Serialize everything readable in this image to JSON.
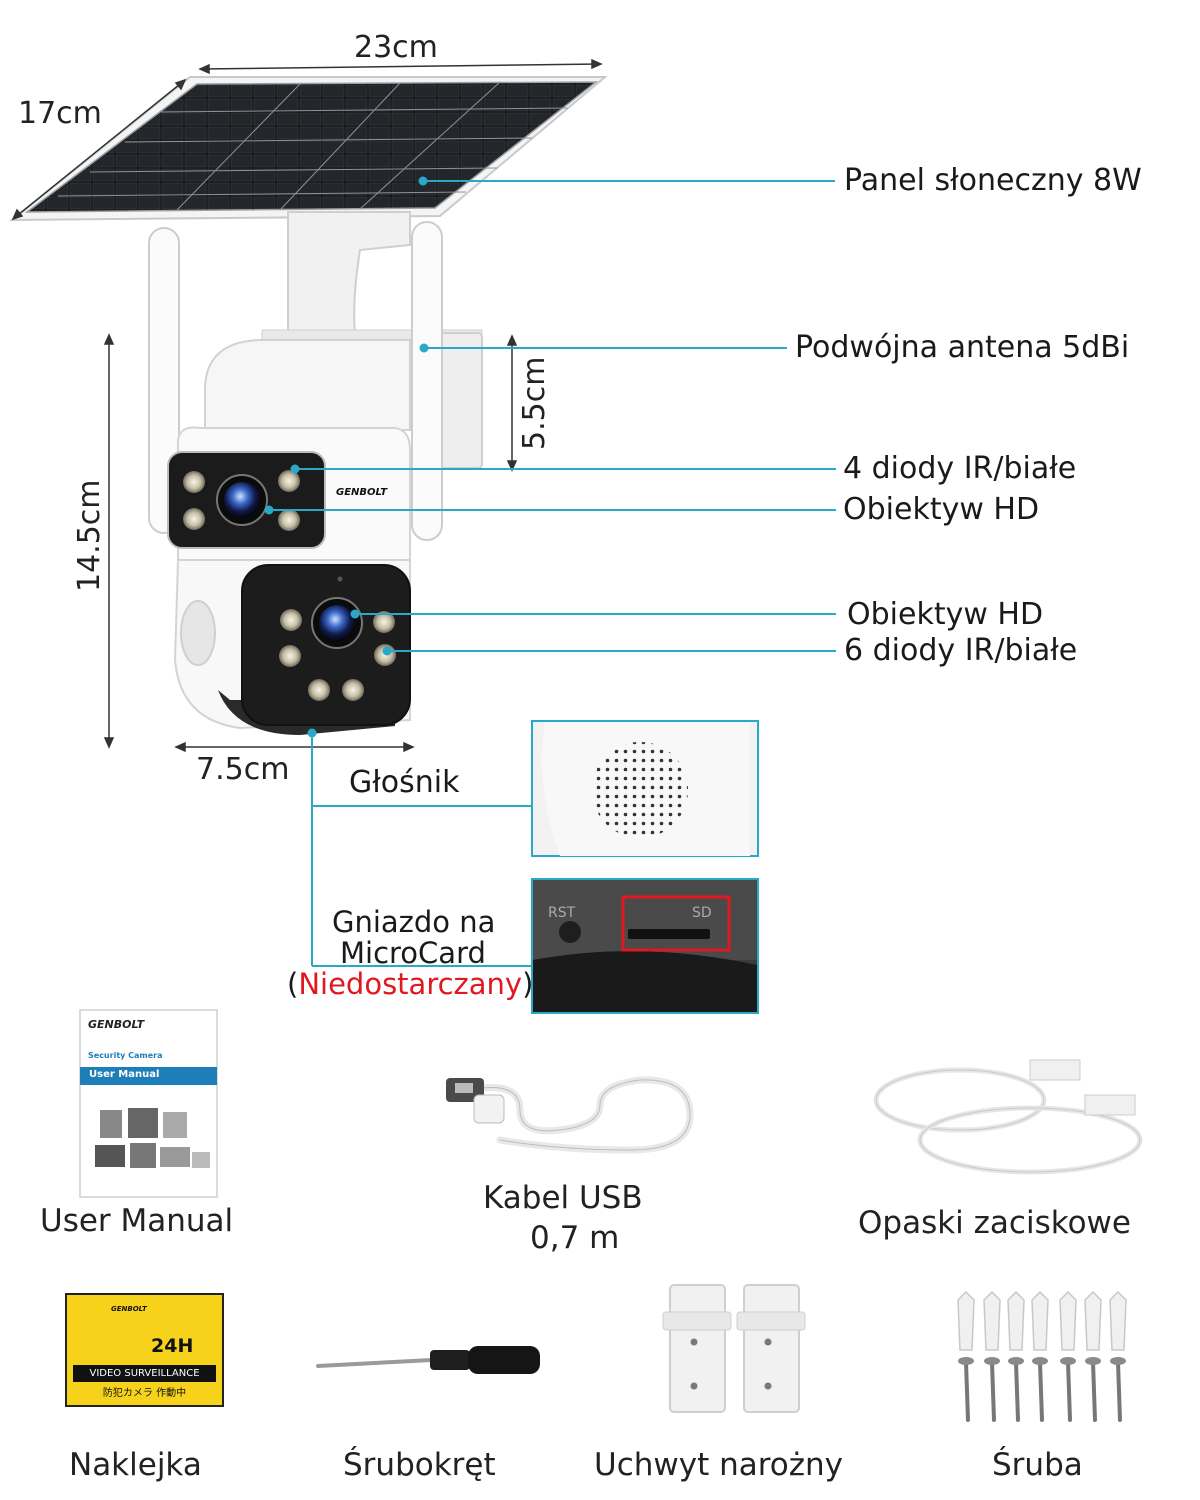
{
  "dimensions": {
    "width_top": "23cm",
    "depth_side": "17cm",
    "height": "14.5cm",
    "head": "5.5cm",
    "width_bottom": "7.5cm"
  },
  "callouts": {
    "solar_panel": "Panel słoneczny 8W",
    "antenna": "Podwójna antena 5dBi",
    "top_leds": "4 diody IR/białe",
    "top_lens": "Obiektyw HD",
    "bottom_lens": "Obiektyw HD",
    "bottom_leds": "6 diody IR/białe",
    "speaker": "Głośnik",
    "sd_line1": "Gniazdo na",
    "sd_line2": "MicroCard",
    "sd_open": "(",
    "sd_note": "Niedostarczany",
    "sd_close": ")"
  },
  "slot_labels": {
    "reset": "RST",
    "sd": "SD"
  },
  "manual": {
    "brand": "GENBOLT",
    "subtitle": "Security Camera",
    "bar": "User Manual"
  },
  "sticker": {
    "brand": "GENBOLT",
    "hours": "24H",
    "text": "VIDEO SURVEILLANCE",
    "jp": "防犯カメラ 作動中"
  },
  "camera_logo": "GENBOLT",
  "accessories": {
    "manual": "User Manual",
    "usb_line1": "Kabel USB",
    "usb_line2": "0,7 m",
    "ties": "Opaski zaciskowe",
    "sticker": "Naklejka",
    "screwdriver": "Śrubokręt",
    "bracket": "Uchwyt narożny",
    "screw": "Śruba"
  },
  "colors": {
    "leader": "#2aa8c7",
    "highlight": "#e0181f",
    "sticker_yellow": "#f6d21a",
    "manual_blue": "#1e7fb8"
  }
}
